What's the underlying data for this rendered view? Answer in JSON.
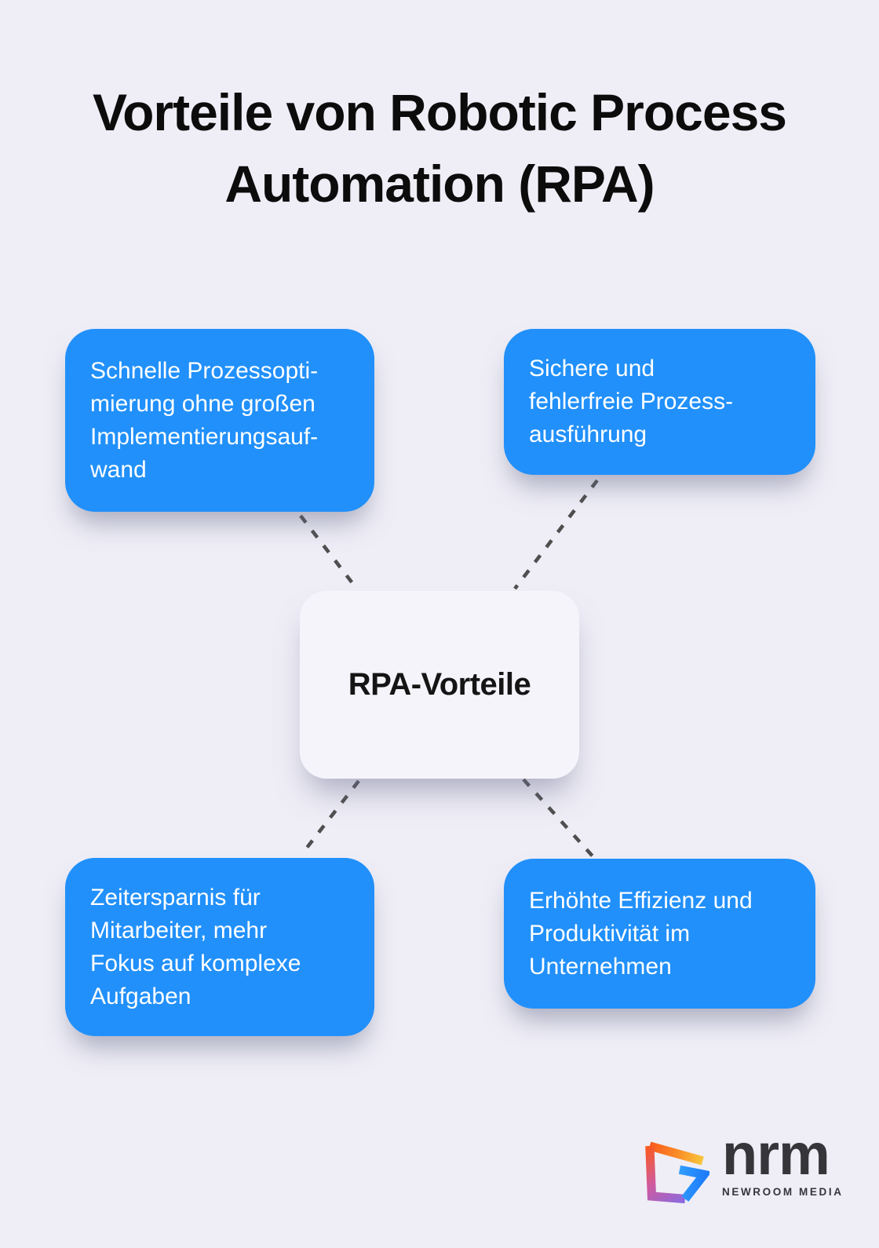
{
  "title": "Vorteile von Robotic Process\nAutomation (RPA)",
  "center": {
    "label": "RPA-Vorteile"
  },
  "benefits": [
    {
      "position": "top-left",
      "text": "Schnelle Prozessopti-\nmierung ohne großen\nImplementierungsauf-\nwand"
    },
    {
      "position": "top-right",
      "text": "Sichere und\nfehlerfreie Prozess-\nausführung"
    },
    {
      "position": "bottom-left",
      "text": "Zeitersparnis für\nMitarbeiter, mehr\nFokus auf komplexe\nAufgaben"
    },
    {
      "position": "bottom-right",
      "text": "Erhöhte Effizienz und\nProduktivität im\nUnternehmen"
    }
  ],
  "logo": {
    "brand": "nrm",
    "subtitle": "NEWROOM MEDIA"
  },
  "colors": {
    "background": "#efeef7",
    "node-blue": "#2190fa",
    "node-text": "#ffffff",
    "center-bg": "#f5f4fb",
    "title-text": "#0c0c0c",
    "connector": "#4f4f4f",
    "logo-text": "#35353a"
  }
}
